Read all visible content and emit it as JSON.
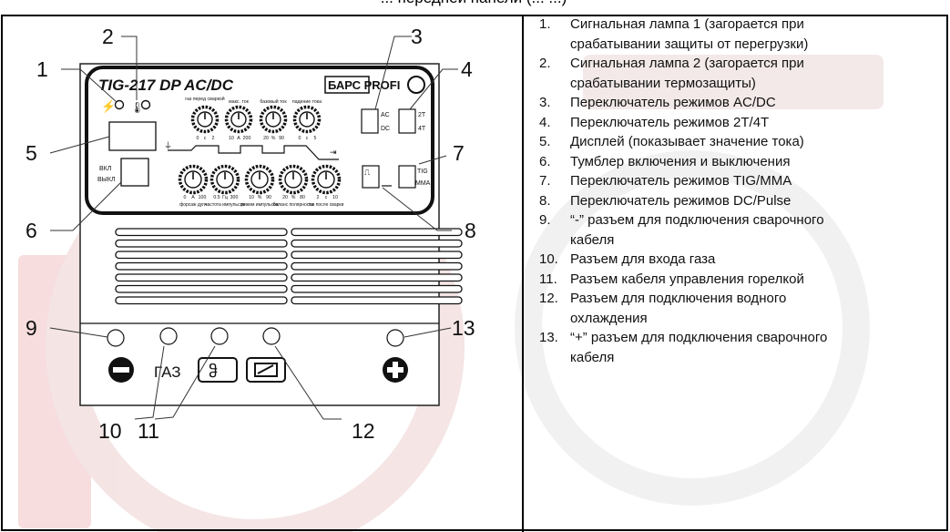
{
  "title": "... передней панели (... ...)",
  "panel": {
    "model": "TIG-217 DP AC/DC",
    "brand": "БАРС PROFI",
    "top_knob_labels": [
      "газ перед сваркой",
      "макс. ток",
      "базовый ток",
      "падение тока"
    ],
    "top_knob_scales": [
      [
        "0",
        "с",
        "2"
      ],
      [
        "10",
        "А",
        "200"
      ],
      [
        "20",
        "%",
        "90"
      ],
      [
        "0",
        "с",
        "5"
      ]
    ],
    "bottom_knob_labels": [
      "форсаж дуги",
      "частота импульсов",
      "режим импульсов",
      "баланс полярности",
      "газ после сварки"
    ],
    "bottom_knob_scales": [
      [
        "0",
        "А",
        "100"
      ],
      [
        "0.5",
        "Гц",
        "300"
      ],
      [
        "10",
        "%",
        "90"
      ],
      [
        "20",
        "%",
        "80"
      ],
      [
        "2",
        "с",
        "10"
      ]
    ],
    "power_on": "ВКЛ",
    "power_off": "ВЫКЛ",
    "sw_acdc": [
      "AC",
      "DC"
    ],
    "sw_2t4t": [
      "2T",
      "4T"
    ],
    "sw_tigmma": [
      "TIG",
      "MMA"
    ],
    "sw_pulse_glyph": "⎍",
    "gas_label": "ГАЗ"
  },
  "callouts": [
    "1",
    "2",
    "3",
    "4",
    "5",
    "6",
    "7",
    "8",
    "9",
    "10",
    "11",
    "12",
    "13"
  ],
  "legend": [
    {
      "num": "1.",
      "text": "Сигнальная лампа 1 (загорается при\nсрабатывании защиты от перегрузки)"
    },
    {
      "num": "2.",
      "text": "Сигнальная лампа 2 (загорается при\nсрабатывании термозащиты)"
    },
    {
      "num": "3.",
      "text": "Переключатель режимов AC/DC"
    },
    {
      "num": "4.",
      "text": "Переключатель режимов 2T/4T"
    },
    {
      "num": "5.",
      "text": "Дисплей (показывает значение тока)"
    },
    {
      "num": "6.",
      "text": "Тумблер включения и выключения"
    },
    {
      "num": "7.",
      "text": "Переключатель режимов TIG/MMA"
    },
    {
      "num": "8.",
      "text": "Переключатель режимов DC/Pulse"
    },
    {
      "num": "9.",
      "text": "“-” разъем для подключения сварочного\nкабеля"
    },
    {
      "num": "10.",
      "text": "Разъем для входа газа"
    },
    {
      "num": "11.",
      "text": "Разъем кабеля управления горелкой"
    },
    {
      "num": "12.",
      "text": "Разъем для подключения водного\nохлаждения"
    },
    {
      "num": "13.",
      "text": "“+” разъем для подключения сварочного\nкабеля"
    }
  ],
  "colors": {
    "panel": "#111111",
    "line": "#000000",
    "watermark": "#f3c9c9"
  }
}
